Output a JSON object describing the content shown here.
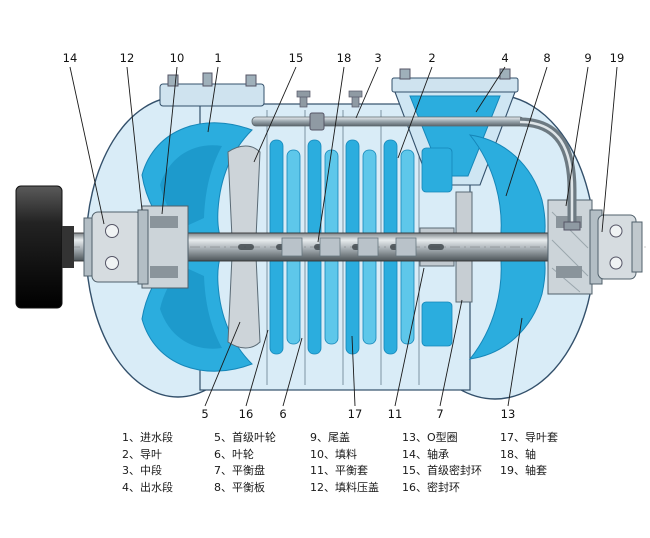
{
  "figure": {
    "type": "multistage-centrifugal-pump-cross-section",
    "background": "#ffffff"
  },
  "colors": {
    "casing_light": "#d9ecf7",
    "flange_light": "#cfe3ef",
    "flow_blue": "#2badde",
    "flow_blue_light": "#5ec7ea",
    "flow_blue_dark": "#1586b8",
    "steel_gray": "#ccd4d9",
    "steel_gray_dark": "#8a949b",
    "outline": "#33506b",
    "leader_line": "#1a1a1a"
  },
  "callouts": {
    "top": [
      "14",
      "12",
      "10",
      "1",
      "15",
      "18",
      "3",
      "2",
      "4",
      "8",
      "9",
      "19"
    ],
    "bottom": [
      "5",
      "16",
      "6",
      "17",
      "11",
      "7",
      "13"
    ]
  },
  "legend": {
    "columns": [
      {
        "items": [
          "1、进水段",
          "2、导叶",
          "3、中段",
          "4、出水段"
        ]
      },
      {
        "items": [
          "5、首级叶轮",
          "6、叶轮",
          "7、平衡盘",
          "8、平衡板"
        ]
      },
      {
        "items": [
          "9、尾盖",
          "10、填料",
          "11、平衡套",
          "12、填料压盖"
        ]
      },
      {
        "items": [
          "13、O型圈",
          "14、轴承",
          "15、首级密封环",
          "16、密封环"
        ]
      },
      {
        "items": [
          "17、导叶套",
          "18、轴",
          "19、轴套"
        ]
      }
    ]
  }
}
